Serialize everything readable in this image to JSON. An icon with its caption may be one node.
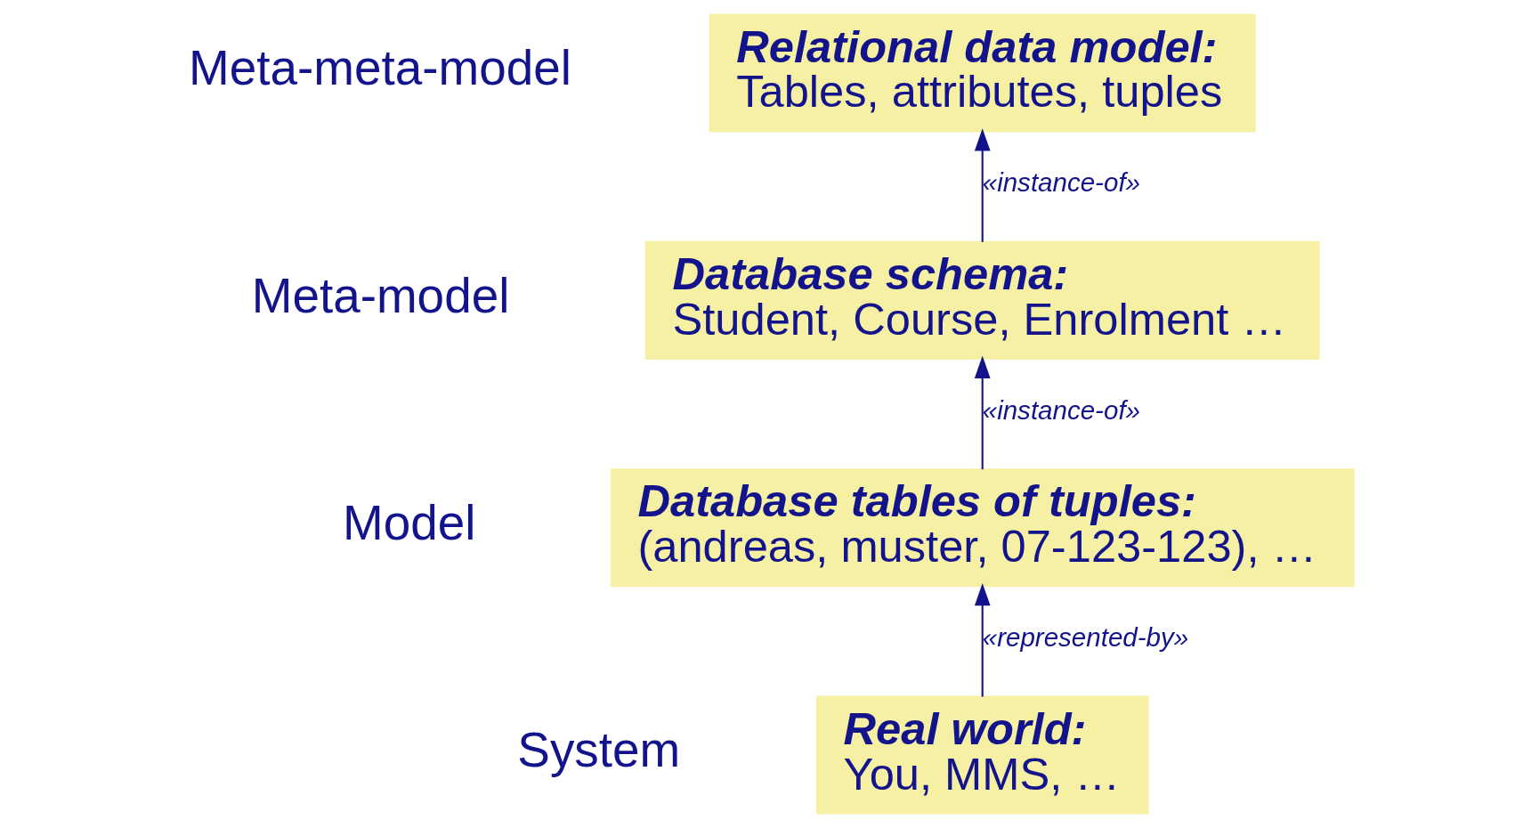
{
  "diagram": {
    "nodes": [
      {
        "text": [
          "Relational data model:",
          "Tables, attributes, tuples"
        ]
      },
      {
        "text": [
          "Database schema:",
          "Student, Course, Enrolment …"
        ]
      },
      {
        "text": [
          "Database tables of tuples:",
          "(andreas, muster, 07-123-123), …"
        ]
      },
      {
        "text": [
          "Real world:",
          "You, MMS, …"
        ]
      }
    ],
    "edges": [
      {
        "from": 3,
        "to": 2,
        "arrow": "to",
        "label": "«represented-by»"
      },
      {
        "from": 2,
        "to": 1,
        "arrow": "to",
        "label": "«instance-of»"
      },
      {
        "from": 1,
        "to": 0,
        "arrow": "to",
        "label": "«instance-of»"
      }
    ],
    "labels": [
      "Meta-meta-model",
      "Meta-model",
      "Model",
      "System"
    ]
  }
}
